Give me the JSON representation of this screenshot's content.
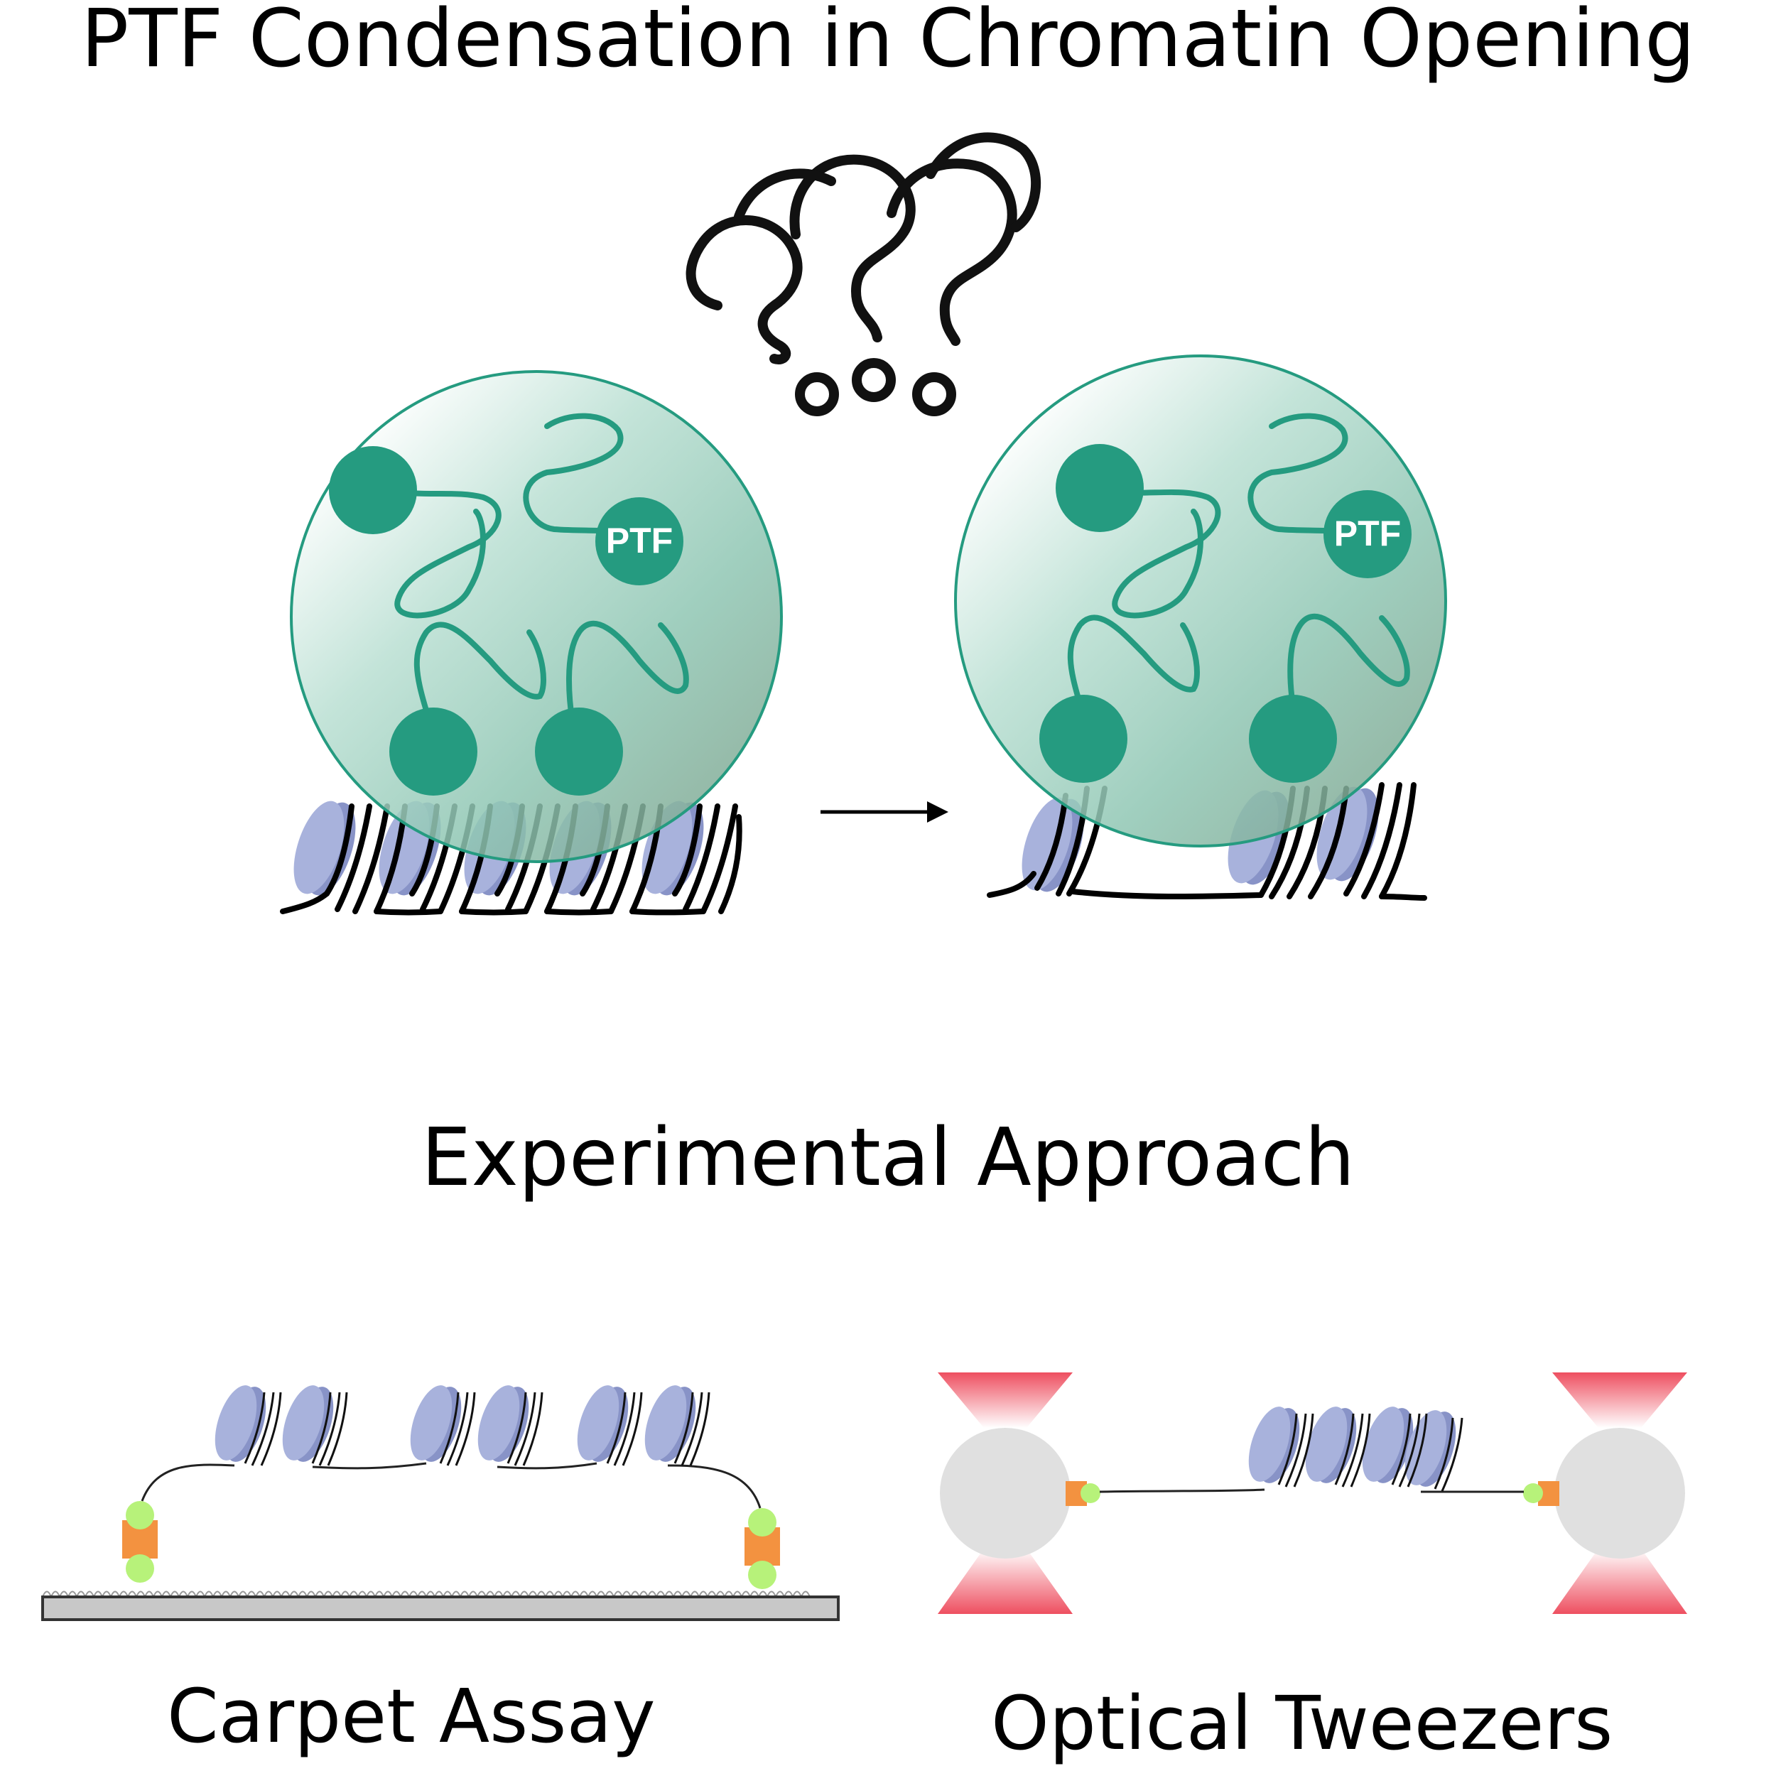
{
  "title": "PTF Condensation in Chromatin Opening",
  "section_title": "Experimental Approach",
  "condensate_label": "PTF",
  "methods": {
    "carpet": "Carpet Assay",
    "tweezers": "Optical Tweezers"
  },
  "colors": {
    "ptf_green": "#259B80",
    "condensate_fill": "#9DCCB9",
    "nucleosome_blue": "#9BA8D6",
    "tether_orange": "#F39240",
    "bead_green": "#B7F27A",
    "laser_red": "#EE4F60",
    "bead_grey": "#E0E0E0"
  }
}
